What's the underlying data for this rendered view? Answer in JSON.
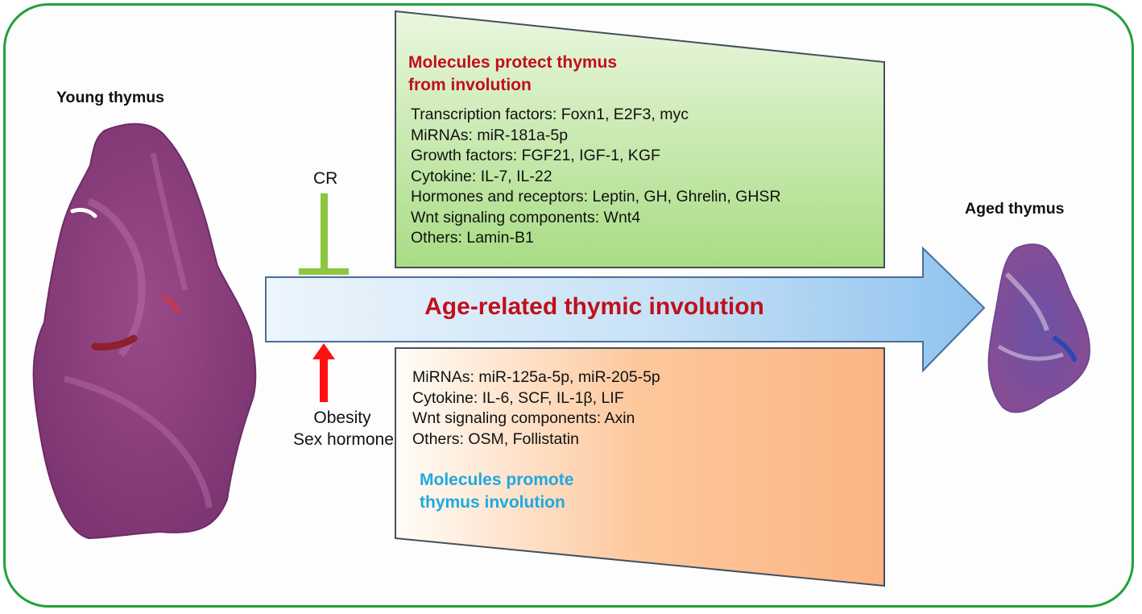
{
  "young_label": "Young thymus",
  "aged_label": "Aged thymus",
  "cr_label": "CR",
  "promoters": {
    "line1": "Obesity",
    "line2": "Sex hormone"
  },
  "arrow_label": "Age-related thymic involution",
  "protect_box": {
    "title_line1": "Molecules protect thymus",
    "title_line2": "from involution",
    "items": [
      "Transcription factors: Foxn1, E2F3, myc",
      "MiRNAs: miR-181a-5p",
      "Growth factors: FGF21, IGF-1, KGF",
      "Cytokine: IL-7, IL-22",
      "Hormones and receptors: Leptin, GH, Ghrelin, GHSR",
      "Wnt signaling components: Wnt4",
      "Others: Lamin-B1"
    ]
  },
  "promote_box": {
    "items": [
      "MiRNAs: miR-125a-5p, miR-205-5p",
      "Cytokine: IL-6, SCF, IL-1β, LIF",
      "Wnt signaling components: Axin",
      "Others: OSM, Follistatin"
    ],
    "title_line1": "Molecules promote",
    "title_line2": "thymus involution"
  },
  "colors": {
    "frame": "#22a13a",
    "inhibit_bar": "#8dc63f",
    "promote_arrow": "#ff1010",
    "main_title": "#c0101a",
    "protect_title": "#c0101a",
    "promote_title": "#1fa8e0",
    "thymus_tissue": "#8a3e78"
  }
}
